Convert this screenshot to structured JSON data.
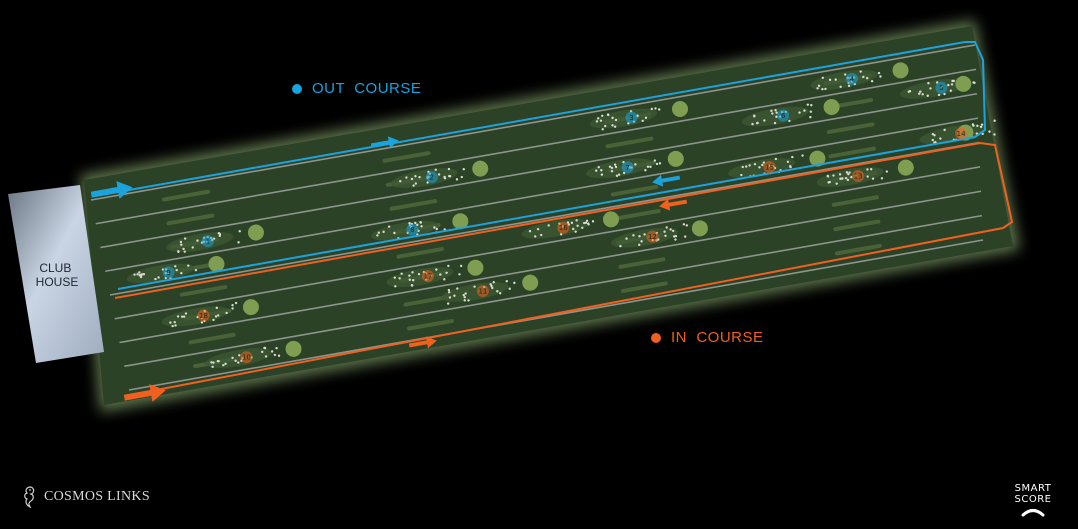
{
  "map": {
    "clubhouse_label": [
      "CLUB",
      "HOUSE"
    ],
    "colors": {
      "background": "#000000",
      "turf": "#2e4427",
      "turf_glow": "#6f8a5a",
      "fairway": "#4a6238",
      "green": "#7f9e52",
      "lane_divider": "#8d958e",
      "out_course": "#1aa3dd",
      "in_course": "#f0601e",
      "clubhouse": "#b3c1d4"
    },
    "legend": {
      "out_course": "OUT  COURSE",
      "in_course": "IN  COURSE"
    },
    "holes": [
      {
        "number": "1",
        "course": "out",
        "lane": 2,
        "pos": 0.12
      },
      {
        "number": "2",
        "course": "out",
        "lane": 1,
        "pos": 0.38
      },
      {
        "number": "3",
        "course": "out",
        "lane": 0,
        "pos": 0.61
      },
      {
        "number": "4",
        "course": "out",
        "lane": 0,
        "pos": 0.86
      },
      {
        "number": "5",
        "course": "out",
        "lane": 1,
        "pos": 0.96
      },
      {
        "number": "6",
        "course": "out",
        "lane": 1,
        "pos": 0.78
      },
      {
        "number": "7",
        "course": "out",
        "lane": 2,
        "pos": 0.6
      },
      {
        "number": "8",
        "course": "out",
        "lane": 3,
        "pos": 0.35
      },
      {
        "number": "9",
        "course": "out",
        "lane": 3,
        "pos": 0.07
      },
      {
        "number": "10",
        "course": "in",
        "lane": 7,
        "pos": 0.14
      },
      {
        "number": "11",
        "course": "in",
        "lane": 6,
        "pos": 0.42
      },
      {
        "number": "12",
        "course": "in",
        "lane": 5,
        "pos": 0.62
      },
      {
        "number": "13",
        "course": "in",
        "lane": 4,
        "pos": 0.86
      },
      {
        "number": "14",
        "course": "in",
        "lane": 3,
        "pos": 0.98
      },
      {
        "number": "15",
        "course": "in",
        "lane": 3,
        "pos": 0.76
      },
      {
        "number": "16",
        "course": "in",
        "lane": 4,
        "pos": 0.52
      },
      {
        "number": "17",
        "course": "in",
        "lane": 5,
        "pos": 0.36
      },
      {
        "number": "18",
        "course": "in",
        "lane": 5,
        "pos": 0.1
      }
    ]
  },
  "branding": {
    "logo_text": "COSMOS LINKS",
    "logo_icon": "seahorse-icon",
    "score_line1": "SMART",
    "score_line2": "SCORE",
    "score_icon": "smile-arc-icon"
  }
}
